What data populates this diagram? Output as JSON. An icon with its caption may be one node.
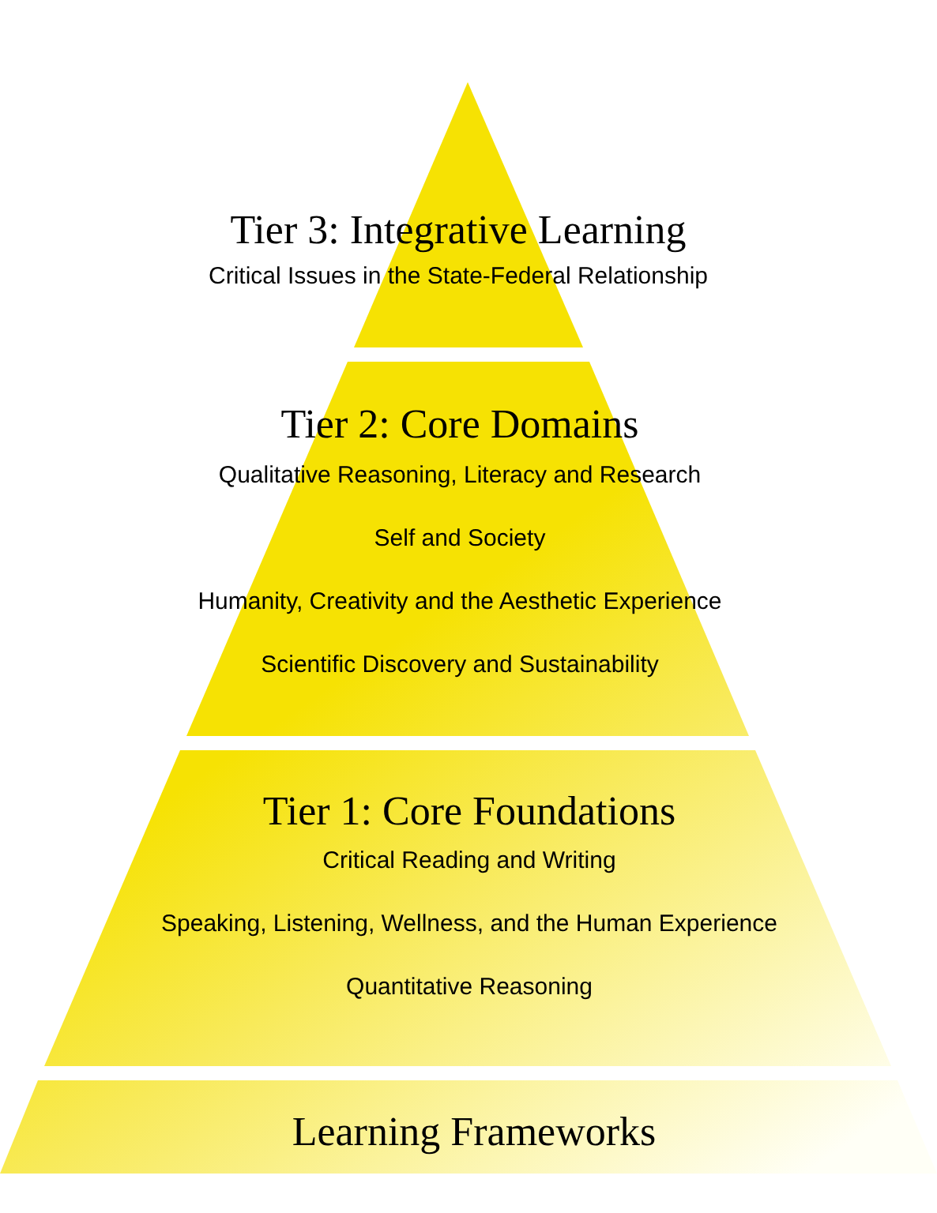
{
  "diagram": {
    "nodes": [
      {
        "text": [
          "Tier 3: Integrative Learning",
          "Critical Issues in the State-Federal Relationship"
        ]
      },
      {
        "text": [
          "Tier 2: Core Domains",
          "Qualitative Reasoning, Literacy and Research",
          "Self and Society",
          "Humanity, Creativity and the Aesthetic Experience",
          "Scientific Discovery and Sustainability"
        ]
      },
      {
        "text": [
          "Tier 1: Core Foundations",
          "Critical Reading and Writing",
          "Speaking, Listening, Wellness, and the Human Experience",
          "Quantitative Reasoning"
        ]
      },
      {
        "text": [
          "Learning Frameworks"
        ]
      }
    ]
  }
}
